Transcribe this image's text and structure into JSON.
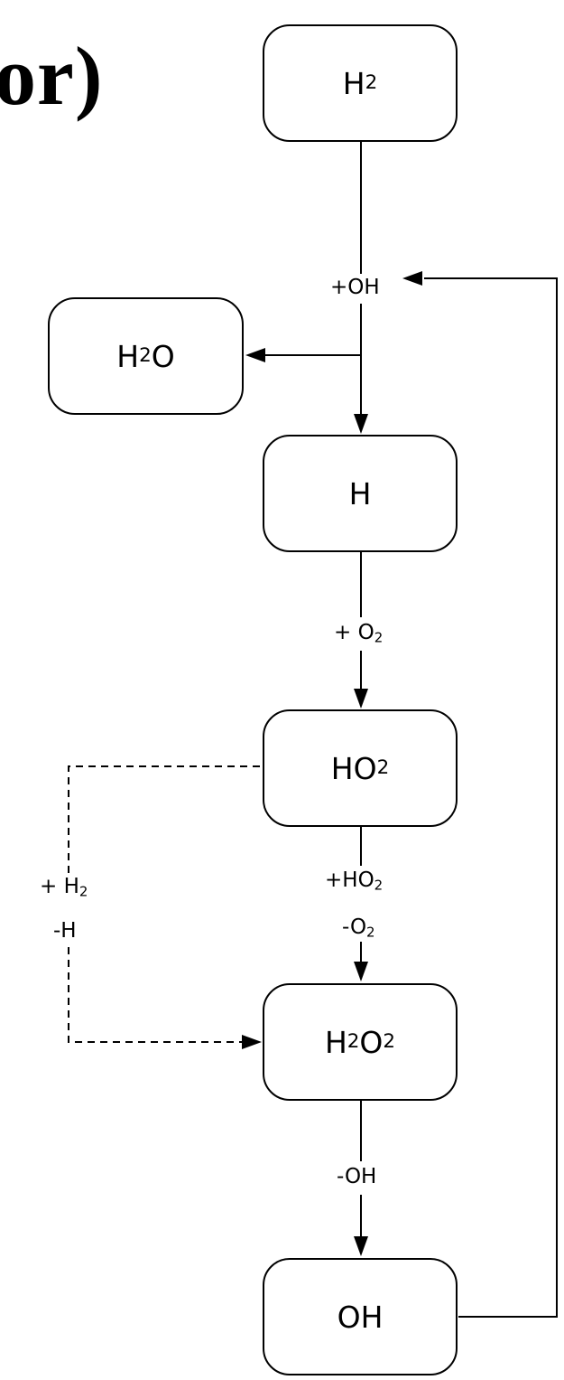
{
  "cropped_heading": "or)",
  "nodes": [
    {
      "id": "H2",
      "base": "H",
      "sub": "2",
      "tail": ""
    },
    {
      "id": "H2O",
      "base": "H",
      "sub": "2",
      "tail": "O"
    },
    {
      "id": "H",
      "base": "H",
      "sub": "",
      "tail": ""
    },
    {
      "id": "HO2",
      "base": "HO",
      "sub": "2",
      "tail": ""
    },
    {
      "id": "H2O2",
      "base": "H",
      "sub": "2",
      "tail": "O",
      "sub2": "2"
    },
    {
      "id": "OH",
      "base": "OH",
      "sub": "",
      "tail": ""
    }
  ],
  "edge_labels": {
    "plus_oh": "+OH",
    "plus_o2": {
      "pre": "+ O",
      "sub": "2"
    },
    "plus_ho2": {
      "pre": "+HO",
      "sub": "2"
    },
    "minus_o2": {
      "pre": "-O",
      "sub": "2"
    },
    "minus_oh": "-OH",
    "plus_h2": {
      "pre": "+ H",
      "sub": "2"
    },
    "minus_h": "-H"
  }
}
